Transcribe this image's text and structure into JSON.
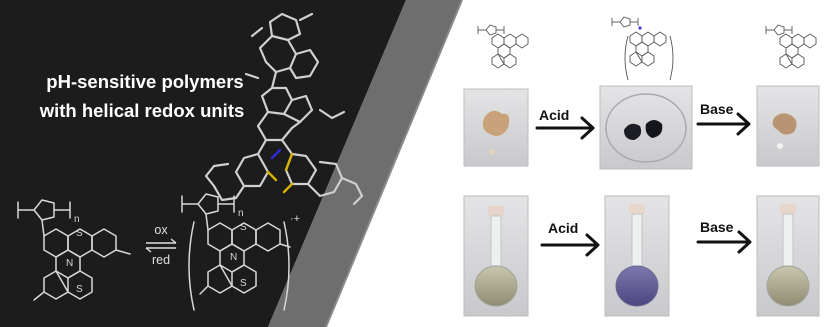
{
  "title_lines": [
    "pH-sensitive polymers",
    "with helical redox units"
  ],
  "redox": {
    "forward": "ox",
    "reverse": "red",
    "subscript": "n",
    "charge": "·+",
    "atom_s": "S",
    "atom_n": "N"
  },
  "steps": [
    {
      "label": "Acid"
    },
    {
      "label": "Base"
    },
    {
      "label": "Acid"
    },
    {
      "label": "Base"
    }
  ],
  "colors": {
    "dark_panel": "#1c1c1c",
    "slash_gray": "#6e6e6e",
    "line_light": "#d8d8d8",
    "sulfur": "#d7b300",
    "nitrogen": "#2b2bd9"
  }
}
